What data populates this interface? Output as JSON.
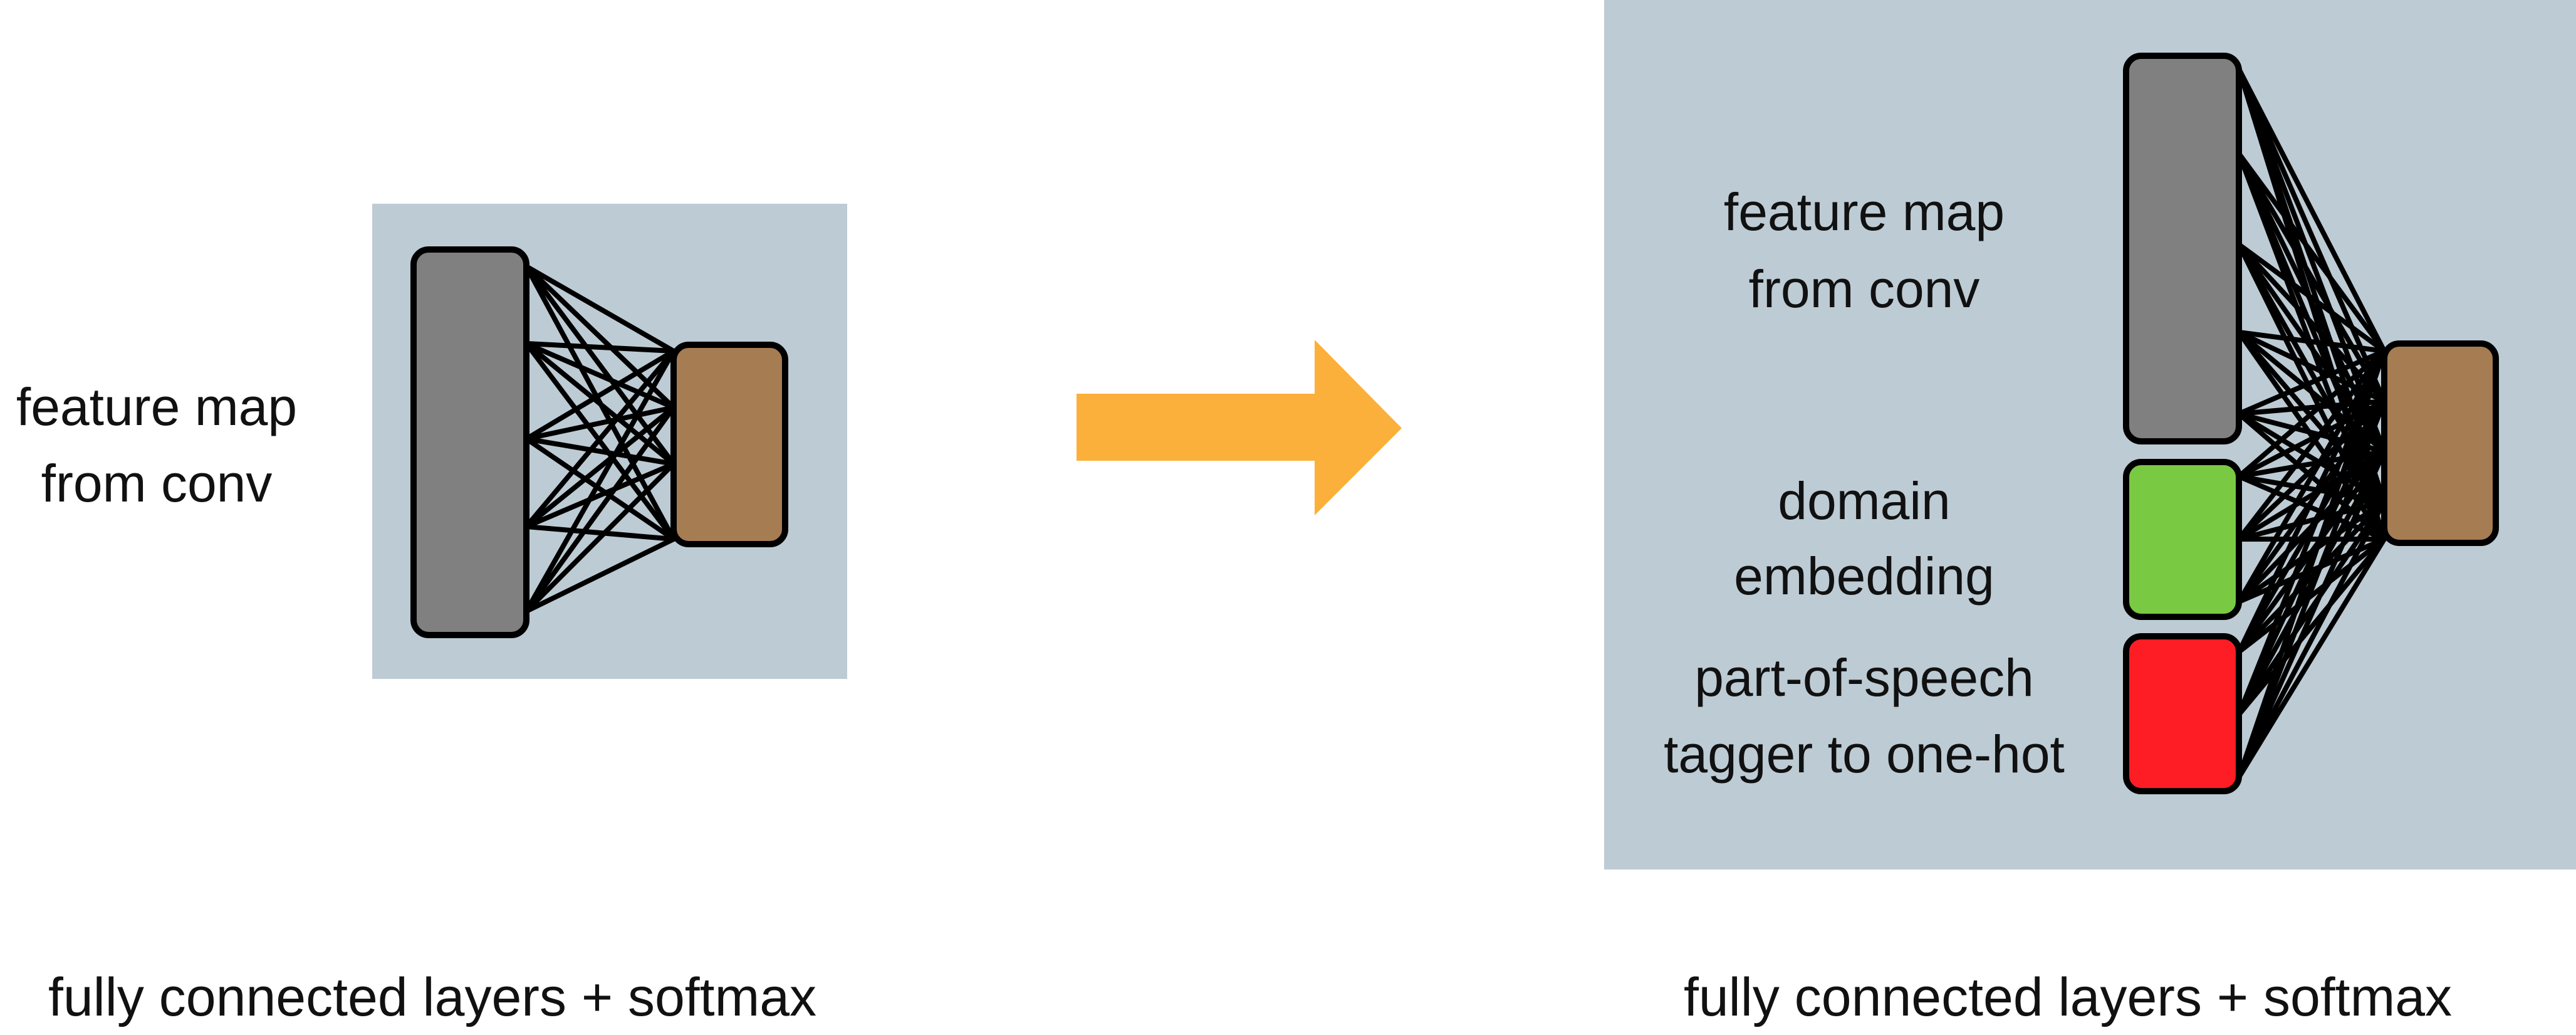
{
  "colors": {
    "panel_bg": "#bdcbd4",
    "feature_node": "#808080",
    "output_node": "#a67c52",
    "domain_node": "#7ac943",
    "pos_node": "#ff1d25",
    "arrow": "#fbb03b"
  },
  "left": {
    "label_line1": "feature map",
    "label_line2": "from conv",
    "caption": "fully connected layers + softmax"
  },
  "right": {
    "feature_line1": "feature map",
    "feature_line2": "from conv",
    "domain_line1": "domain",
    "domain_line2": "embedding",
    "pos_line1": "part-of-speech",
    "pos_line2": "tagger to one-hot",
    "caption": "fully connected layers + softmax"
  }
}
